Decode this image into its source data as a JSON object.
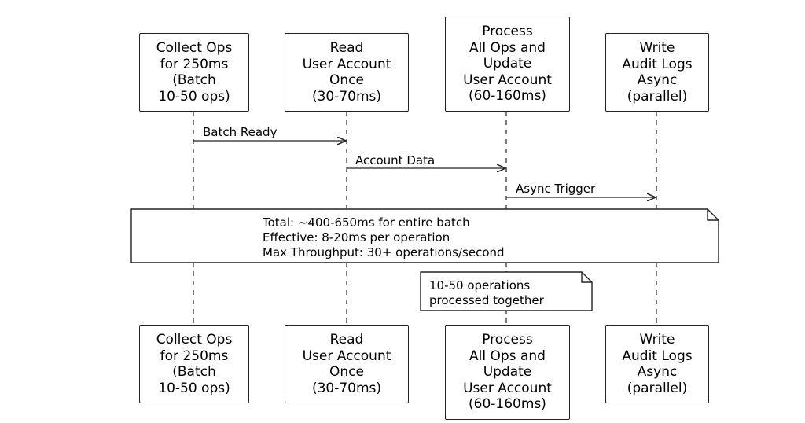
{
  "participants": [
    {
      "id": "collect",
      "lines": [
        "Collect Ops",
        "for 250ms",
        "(Batch",
        "10-50 ops)"
      ]
    },
    {
      "id": "read",
      "lines": [
        "Read",
        "User Account",
        "Once",
        "(30-70ms)"
      ]
    },
    {
      "id": "process",
      "lines": [
        "Process",
        "All Ops and",
        "Update",
        "User Account",
        "(60-160ms)"
      ]
    },
    {
      "id": "write",
      "lines": [
        "Write",
        "Audit Logs",
        "Async",
        "(parallel)"
      ]
    }
  ],
  "messages": [
    {
      "from": "collect",
      "to": "read",
      "label": "Batch Ready"
    },
    {
      "from": "read",
      "to": "process",
      "label": "Account Data"
    },
    {
      "from": "process",
      "to": "write",
      "label": "Async Trigger"
    }
  ],
  "notes": {
    "summary": {
      "lines": [
        "Total: ~400-650ms for entire batch",
        "Effective: 8-20ms per operation",
        "Max Throughput: 30+ operations/second"
      ]
    },
    "process_note": {
      "lines": [
        "10-50 operations",
        "processed together"
      ]
    }
  },
  "colors": {
    "line": "#222222",
    "background": "#ffffff"
  }
}
